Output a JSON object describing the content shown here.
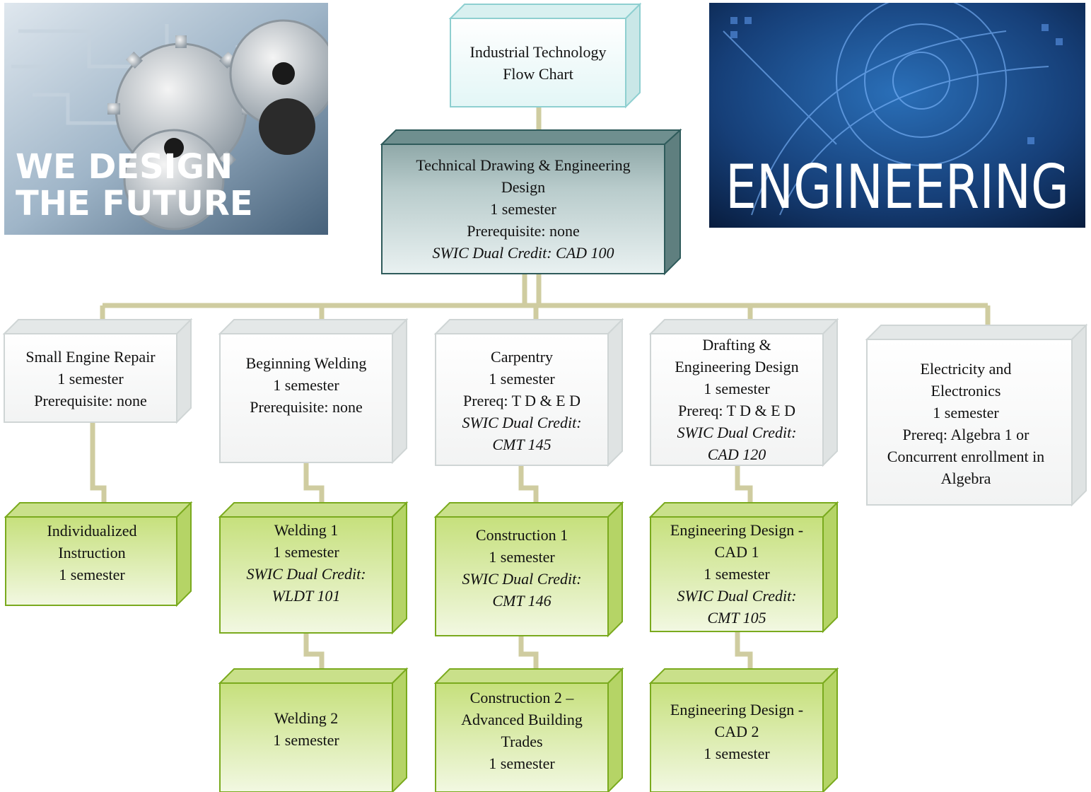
{
  "images": {
    "left_banner": {
      "line1": "WE DESIGN",
      "line2": "THE FUTURE"
    },
    "right_banner": {
      "word": "ENGINEERING"
    }
  },
  "chart": {
    "title": [
      "Industrial Technology",
      "Flow Chart"
    ],
    "root": {
      "lines": [
        "Technical Drawing & Engineering",
        "Design",
        "1 semester",
        "Prerequisite: none"
      ],
      "italic": "SWIC Dual Credit: CAD 100"
    },
    "level1": [
      {
        "lines": [
          "Small Engine Repair",
          "1 semester",
          "Prerequisite: none"
        ]
      },
      {
        "lines": [
          "Beginning Welding",
          "1 semester",
          "Prerequisite: none"
        ]
      },
      {
        "lines": [
          "Carpentry",
          "1 semester",
          "Prereq: T D & E D"
        ],
        "italic": [
          "SWIC Dual Credit:",
          "CMT 145"
        ]
      },
      {
        "lines": [
          "Drafting &",
          "Engineering Design",
          "1 semester",
          "Prereq: T D & E D"
        ],
        "italic": [
          "SWIC Dual Credit:",
          "CAD 120"
        ]
      },
      {
        "lines": [
          "Electricity and",
          "Electronics",
          "1 semester",
          "Prereq: Algebra 1 or",
          "Concurrent enrollment in",
          "Algebra"
        ]
      }
    ],
    "level2": [
      {
        "lines": [
          "Individualized",
          "Instruction",
          "1 semester"
        ]
      },
      {
        "lines": [
          "Welding 1",
          "1 semester"
        ],
        "italic": [
          "SWIC Dual Credit:",
          "WLDT 101"
        ]
      },
      {
        "lines": [
          "Construction 1",
          "1 semester"
        ],
        "italic": [
          "SWIC Dual Credit:",
          "CMT 146"
        ]
      },
      {
        "lines": [
          "Engineering Design -",
          "CAD 1",
          "1 semester"
        ],
        "italic": [
          "SWIC Dual Credit:",
          "CMT 105"
        ]
      }
    ],
    "level3": [
      {
        "lines": [
          "Welding 2",
          "1 semester"
        ]
      },
      {
        "lines": [
          "Construction 2 –",
          "Advanced Building",
          "Trades",
          "1 semester"
        ]
      },
      {
        "lines": [
          "Engineering Design -",
          "CAD 2",
          "1 semester"
        ]
      }
    ]
  },
  "colors": {
    "connector": "#cfcca0",
    "title_fill": "#e6f7f7",
    "title_stroke": "#8ecfd0",
    "root_fill": "#a9bfbf",
    "root_stroke": "#2f5b5b",
    "gray_fill": "#f2f3f3",
    "gray_stroke": "#cfd5d5",
    "green_fill": "#d8e9a8",
    "green_stroke": "#7aaa1e"
  }
}
